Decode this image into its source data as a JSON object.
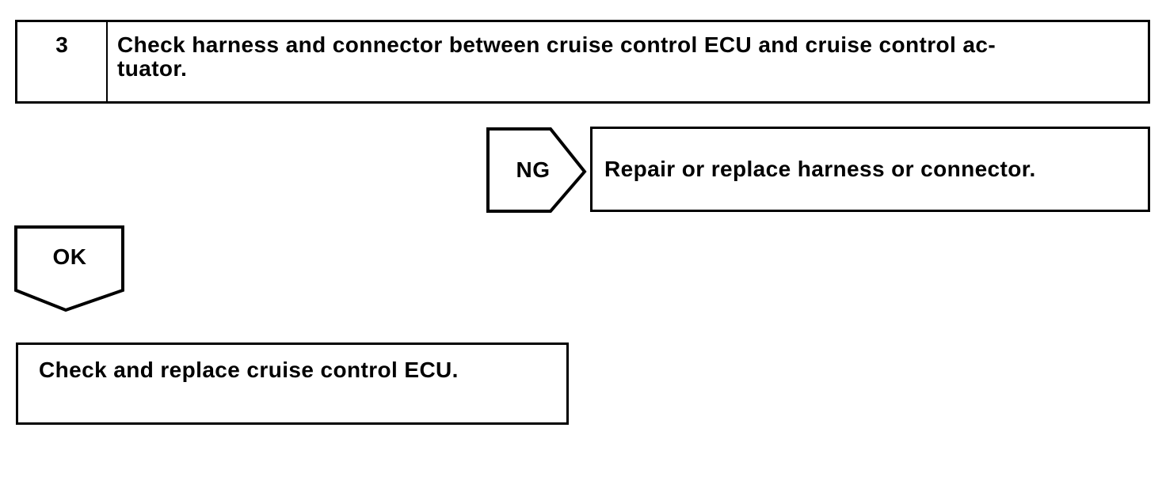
{
  "page": {
    "paper_color": "#ffffff",
    "ink_color": "#000000"
  },
  "flowchart": {
    "step": {
      "number": "3",
      "instruction_lines": [
        "Check harness and connector between cruise control ECU and cruise control ac-",
        "tuator."
      ]
    },
    "ng_branch": {
      "connector_label": "NG",
      "action": "Repair or replace harness or connector."
    },
    "ok_branch": {
      "connector_label": "OK",
      "action": "Check and replace cruise control ECU."
    }
  }
}
